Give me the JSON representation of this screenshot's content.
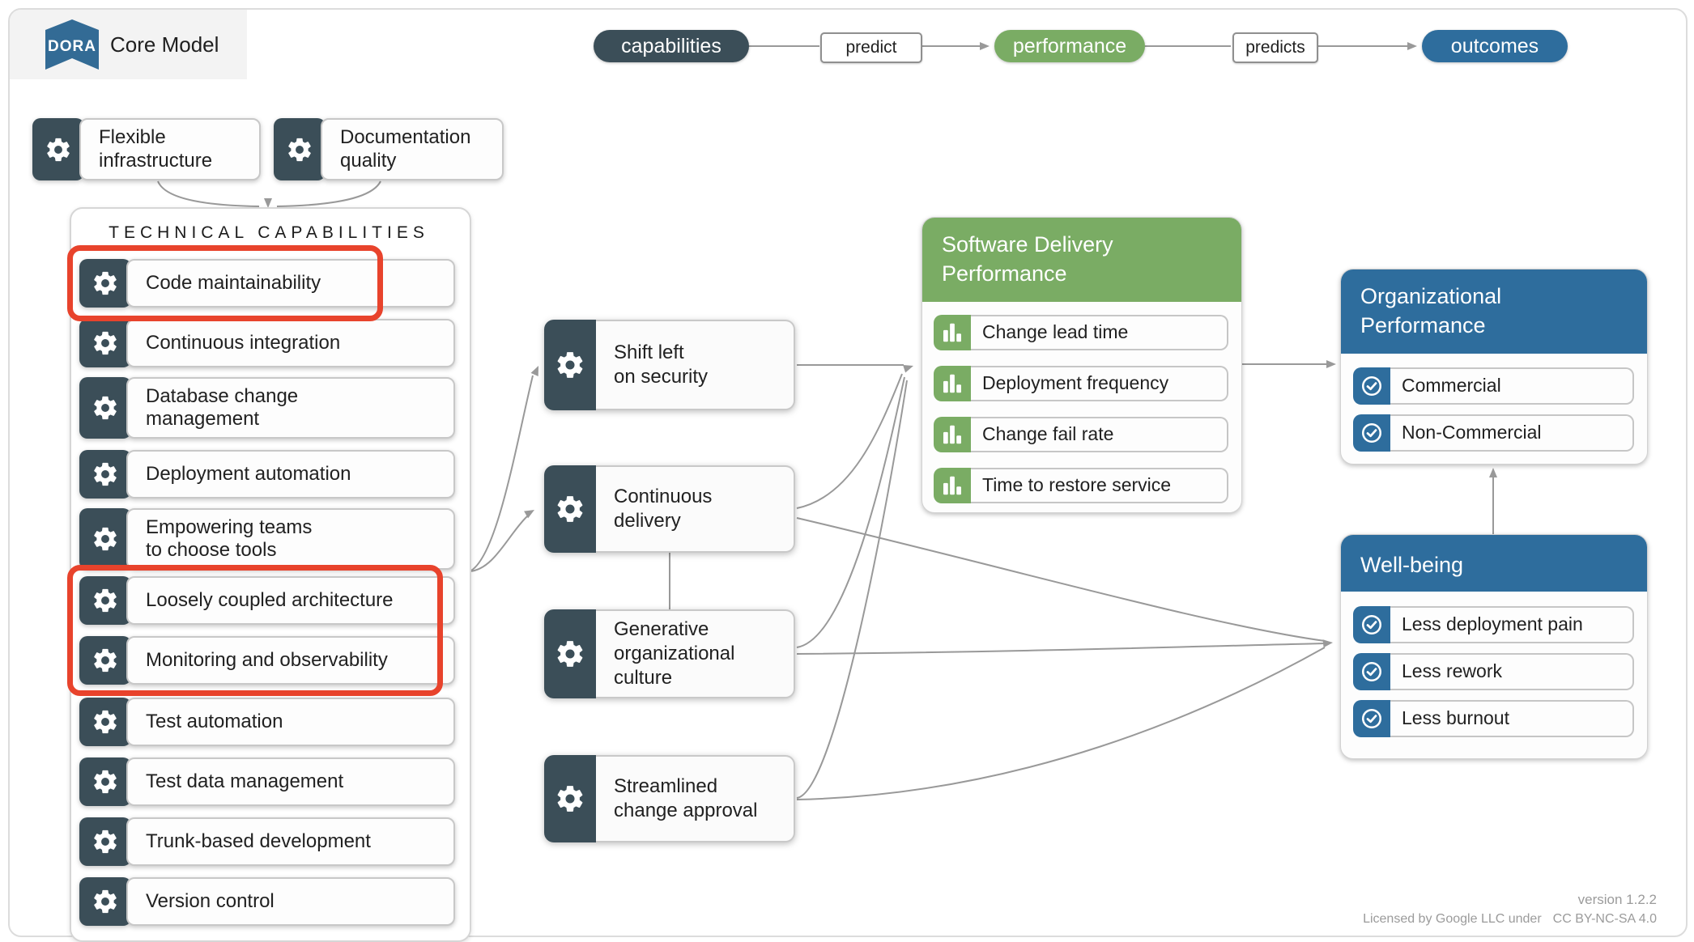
{
  "header": {
    "logo_text": "DORA",
    "title": "Core Model"
  },
  "flow": {
    "capabilities": "capabilities",
    "predict_label": "predict",
    "performance": "performance",
    "predicts_label": "predicts",
    "outcomes": "outcomes"
  },
  "input_capabilities": {
    "flexible": "Flexible\ninfrastructure",
    "documentation": "Documentation\nquality"
  },
  "technical_capabilities": {
    "title": "TECHNICAL CAPABILITIES",
    "items": [
      {
        "label": "Code maintainability",
        "highlighted": true
      },
      {
        "label": "Continuous integration",
        "highlighted": false
      },
      {
        "label": "Database change\nmanagement",
        "highlighted": false
      },
      {
        "label": "Deployment automation",
        "highlighted": false
      },
      {
        "label": "Empowering teams\nto choose tools",
        "highlighted": false
      },
      {
        "label": "Loosely coupled architecture",
        "highlighted": true
      },
      {
        "label": "Monitoring and observability",
        "highlighted": true
      },
      {
        "label": "Test automation",
        "highlighted": false
      },
      {
        "label": "Test data management",
        "highlighted": false
      },
      {
        "label": "Trunk-based development",
        "highlighted": false
      },
      {
        "label": "Version control",
        "highlighted": false
      }
    ]
  },
  "process_capabilities": [
    {
      "label": "Shift left\non security"
    },
    {
      "label": "Continuous\ndelivery"
    },
    {
      "label": "Generative\norganizational\nculture"
    },
    {
      "label": "Streamlined\nchange approval"
    }
  ],
  "software_delivery_performance": {
    "title": "Software Delivery\nPerformance",
    "metrics": [
      "Change lead time",
      "Deployment frequency",
      "Change fail rate",
      "Time to restore service"
    ]
  },
  "organizational_performance": {
    "title": "Organizational\nPerformance",
    "items": [
      "Commercial",
      "Non-Commercial"
    ]
  },
  "well_being": {
    "title": "Well-being",
    "items": [
      "Less deployment pain",
      "Less rework",
      "Less burnout"
    ]
  },
  "footer": {
    "version": "version 1.2.2",
    "license": "Licensed by Google LLC under",
    "license_name": "CC BY-NC-SA 4.0"
  },
  "colors": {
    "dark_slate": "#3B4E58",
    "green": "#7AAC64",
    "blue": "#2E6D9D",
    "connector": "#999999",
    "highlight_red": "#E8432C",
    "logo_blue": "#336B95"
  }
}
